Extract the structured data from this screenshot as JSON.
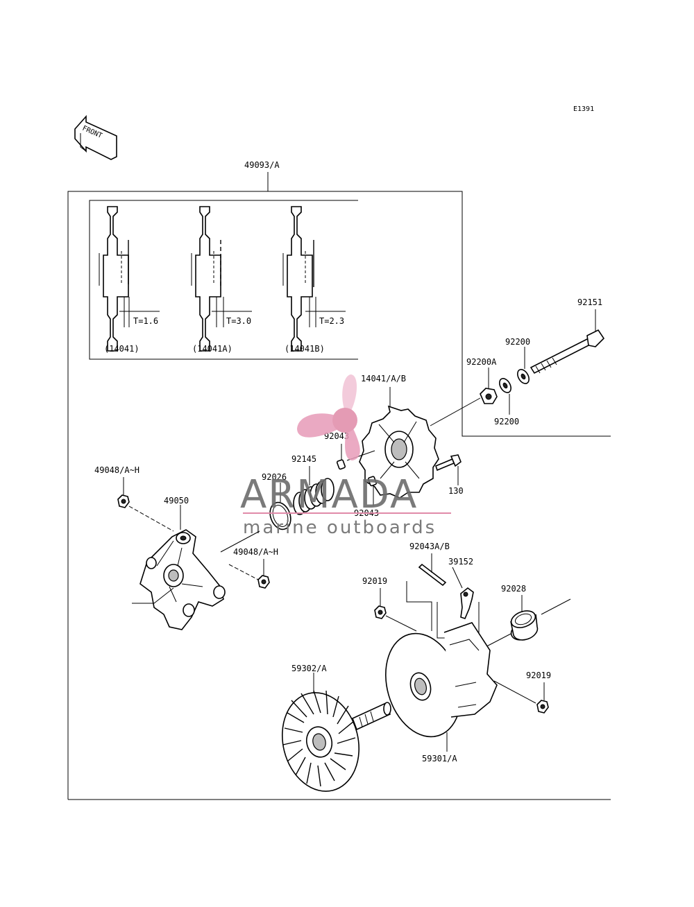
{
  "diagram_code": "E1391",
  "front_label": "FRONT",
  "assembly_label": "49093/A",
  "shims": [
    {
      "thickness": "T=1.6",
      "part": "(14041)"
    },
    {
      "thickness": "T=3.0",
      "part": "(14041A)"
    },
    {
      "thickness": "T=2.3",
      "part": "(14041B)"
    }
  ],
  "parts": {
    "p92151": "92151",
    "p92200_top": "92200",
    "p92200A": "92200A",
    "p92200_bottom": "92200",
    "p14041AB": "14041/A/B",
    "p92043_upper": "92043",
    "p92145": "92145",
    "p92026": "92026",
    "p130": "130",
    "p92043_lower": "92043",
    "p49048_upper": "49048/A~H",
    "p49050": "49050",
    "p49048_lower": "49048/A~H",
    "p92043AB": "92043A/B",
    "p39152": "39152",
    "p92019_left": "92019",
    "p92028": "92028",
    "p92019_right": "92019",
    "p59302A": "59302/A",
    "p59301A": "59301/A"
  },
  "watermark": {
    "brand": "ARMADA",
    "tagline": "marine outboards",
    "accent_color": "#e08aa8",
    "text_color": "#6b6b6b"
  }
}
